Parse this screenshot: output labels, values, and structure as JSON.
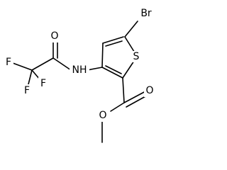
{
  "structure": {
    "atoms": {
      "br": "Br",
      "s": "S",
      "nh": "NH",
      "o_amide": "O",
      "o_ester_carbonyl": "O",
      "o_ester_single": "O",
      "f1": "F",
      "f2": "F",
      "f3": "F"
    }
  },
  "colors": {
    "bond": "#000000",
    "text": "#000000",
    "background": "#ffffff"
  }
}
